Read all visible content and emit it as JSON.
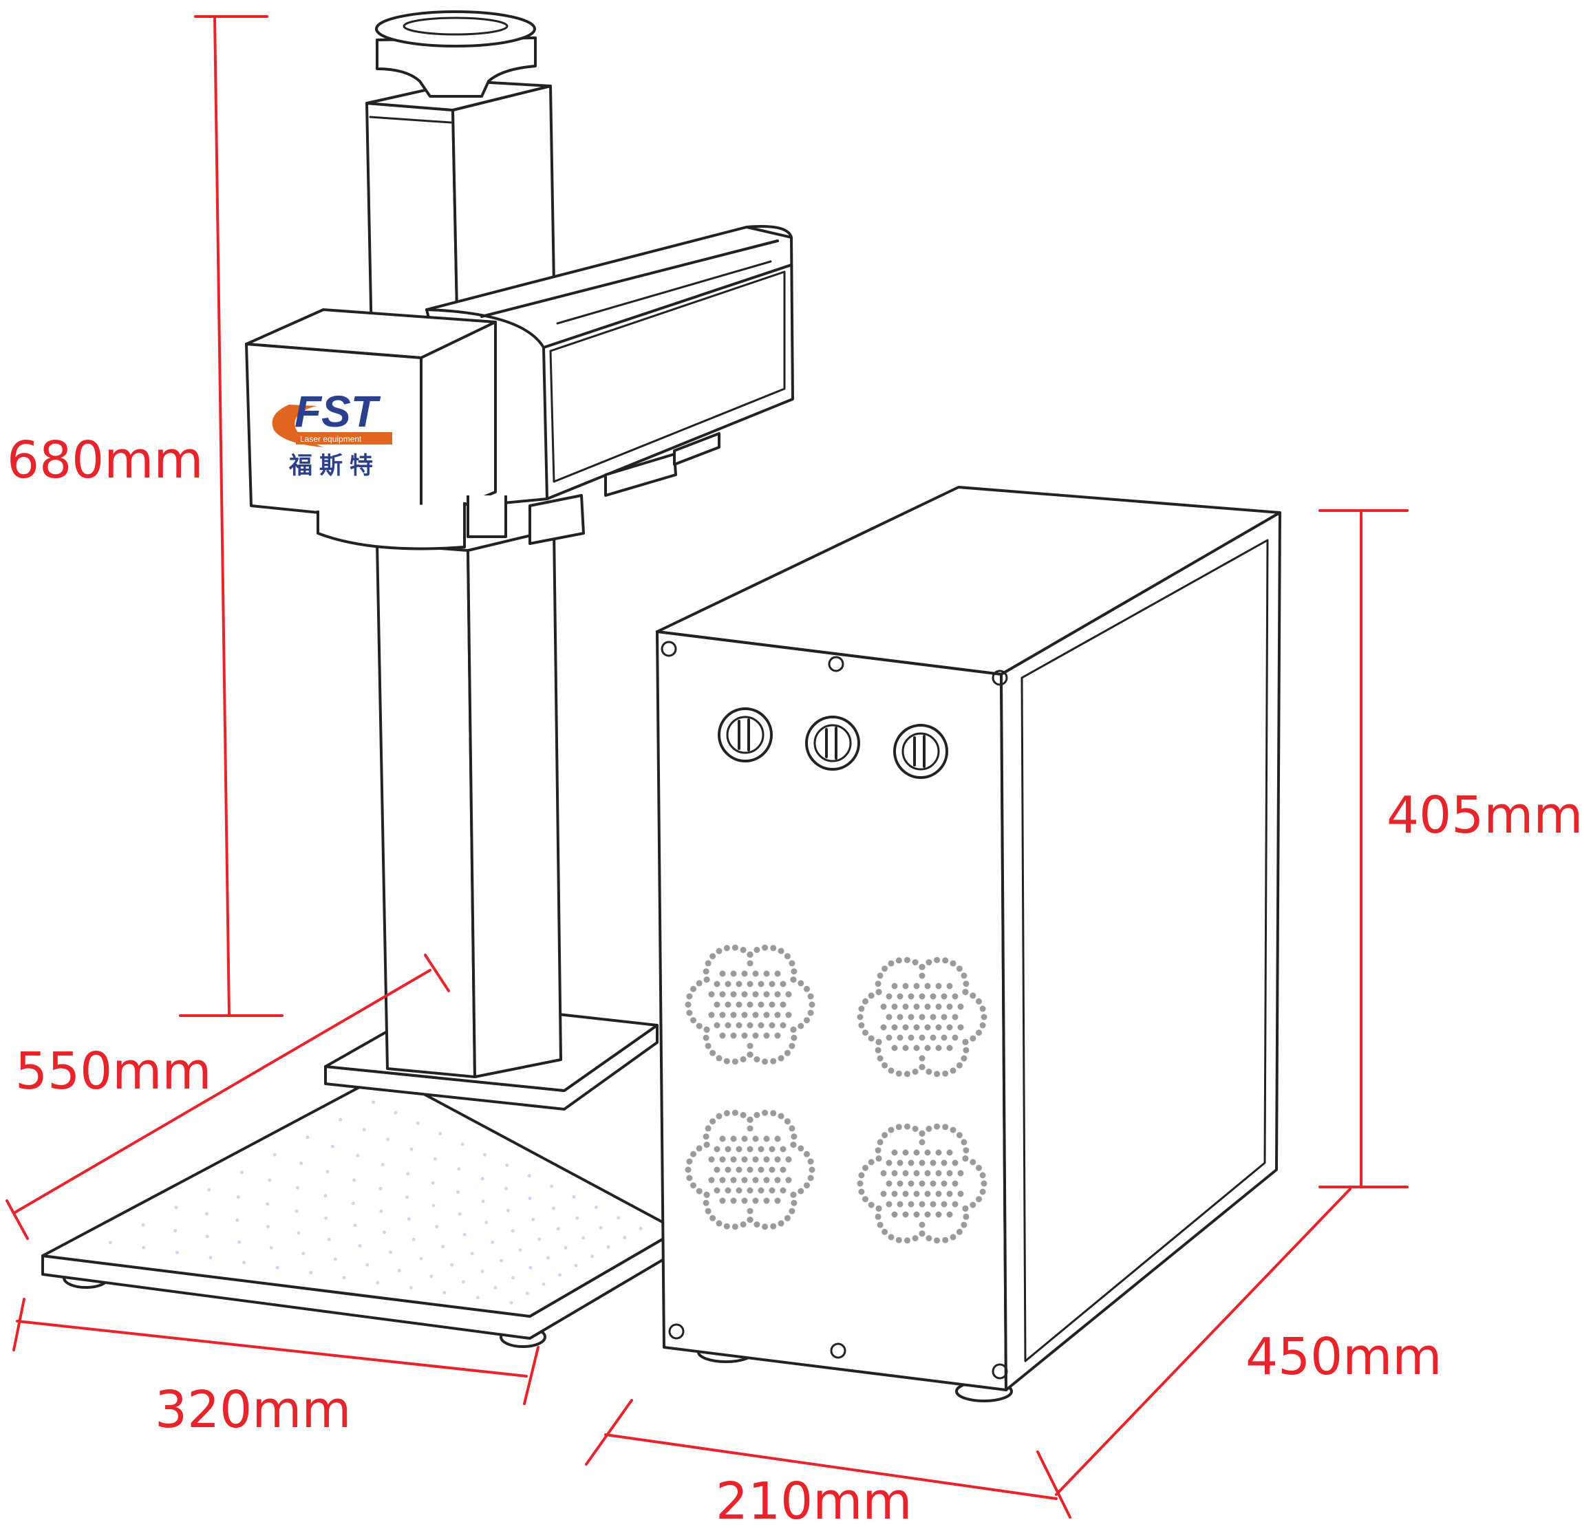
{
  "colors": {
    "dimension": "#e8232a",
    "outline": "#222222",
    "logo_orange": "#e2651f",
    "logo_blue": "#2b3f8f",
    "vent_dots": "#9a9a9a",
    "base_dots": "#c8d6ef"
  },
  "dimensions": {
    "height_total": "680mm",
    "depth_base": "550mm",
    "width_base": "320mm",
    "height_cabinet": "405mm",
    "depth_cabinet": "450mm",
    "width_cabinet": "210mm"
  },
  "logo": {
    "mark": "FST",
    "tagline": "Laser equipment",
    "chinese": "福斯特"
  },
  "icons": {
    "knob": "rotary-knob-icon",
    "vent": "flower-vent-icon",
    "screw": "screw-icon"
  }
}
